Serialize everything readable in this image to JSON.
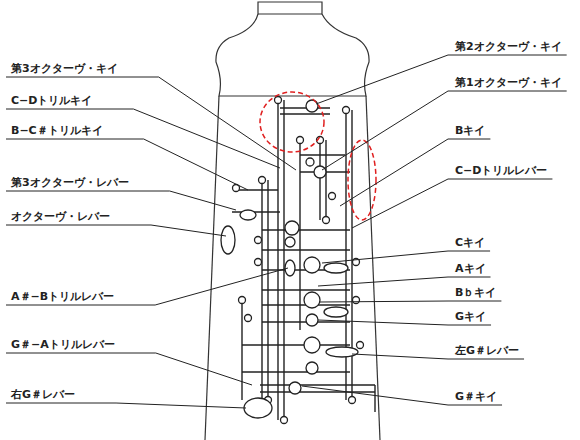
{
  "diagram": {
    "labels": [
      "第3オクターヴ・キイ",
      "C−Dトリルキイ",
      "B−C＃トリルキイ",
      "第3オクターヴ・レバー",
      "オクターヴ・レバー",
      "A＃−Bトリルレバー",
      "G＃−Aトリルレバー",
      "右G＃レバー",
      "第2オクターヴ・キイ",
      "第1オクターヴ・キイ",
      "Bキイ",
      "C−Dトリルレバー",
      "Cキイ",
      "Aキイ",
      "Bｂキイ",
      "Gキイ",
      "左G＃レバー",
      "G＃キイ"
    ]
  }
}
